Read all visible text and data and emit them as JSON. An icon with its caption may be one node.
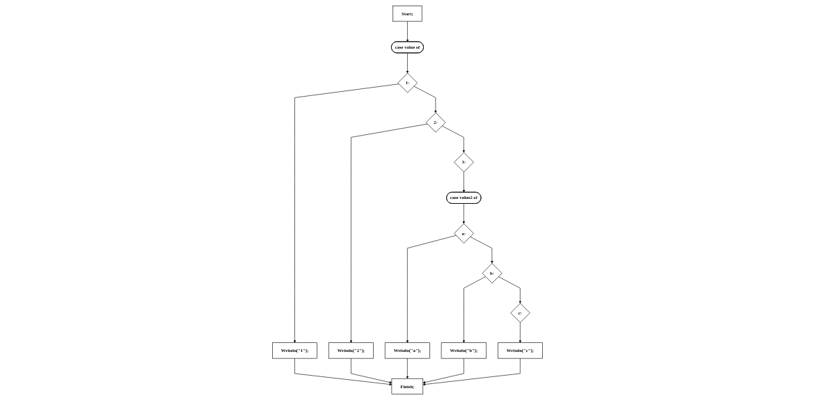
{
  "diagram": {
    "nodes": [
      {
        "text": [
          "Start;"
        ]
      },
      {
        "text": [
          "case value of"
        ]
      },
      {
        "text": [
          "1:"
        ]
      },
      {
        "text": [
          "2:"
        ]
      },
      {
        "text": [
          "3:"
        ]
      },
      {
        "text": [
          "Writeln(\"1\");"
        ]
      },
      {
        "text": [
          "Writeln(\"2\");"
        ]
      },
      {
        "text": [
          "case value2 of"
        ]
      },
      {
        "text": [
          "a:"
        ]
      },
      {
        "text": [
          "b:"
        ]
      },
      {
        "text": [
          "c:"
        ]
      },
      {
        "text": [
          "Writeln(\"a\");"
        ]
      },
      {
        "text": [
          "Writeln(\"b\");"
        ]
      },
      {
        "text": [
          "Writeln(\"c\");"
        ]
      },
      {
        "text": [
          "Finish;"
        ]
      }
    ],
    "edges": [
      {
        "from": 0,
        "to": 1,
        "arrow": "to"
      },
      {
        "from": 1,
        "to": 2,
        "arrow": "to"
      },
      {
        "from": 2,
        "to": 3,
        "arrow": "to"
      },
      {
        "from": 3,
        "to": 4,
        "arrow": "to"
      },
      {
        "from": 2,
        "to": 5,
        "arrow": "to"
      },
      {
        "from": 3,
        "to": 6,
        "arrow": "to"
      },
      {
        "from": 4,
        "to": 7,
        "arrow": "to"
      },
      {
        "from": 7,
        "to": 8,
        "arrow": "to"
      },
      {
        "from": 8,
        "to": 9,
        "arrow": "to"
      },
      {
        "from": 9,
        "to": 10,
        "arrow": "to"
      },
      {
        "from": 8,
        "to": 11,
        "arrow": "to"
      },
      {
        "from": 9,
        "to": 12,
        "arrow": "to"
      },
      {
        "from": 10,
        "to": 13,
        "arrow": "to"
      },
      {
        "from": 5,
        "to": 14,
        "arrow": "to"
      },
      {
        "from": 6,
        "to": 14,
        "arrow": "to"
      },
      {
        "from": 11,
        "to": 14,
        "arrow": "to"
      },
      {
        "from": 12,
        "to": 14,
        "arrow": "to"
      },
      {
        "from": 13,
        "to": 14,
        "arrow": "to"
      }
    ]
  }
}
